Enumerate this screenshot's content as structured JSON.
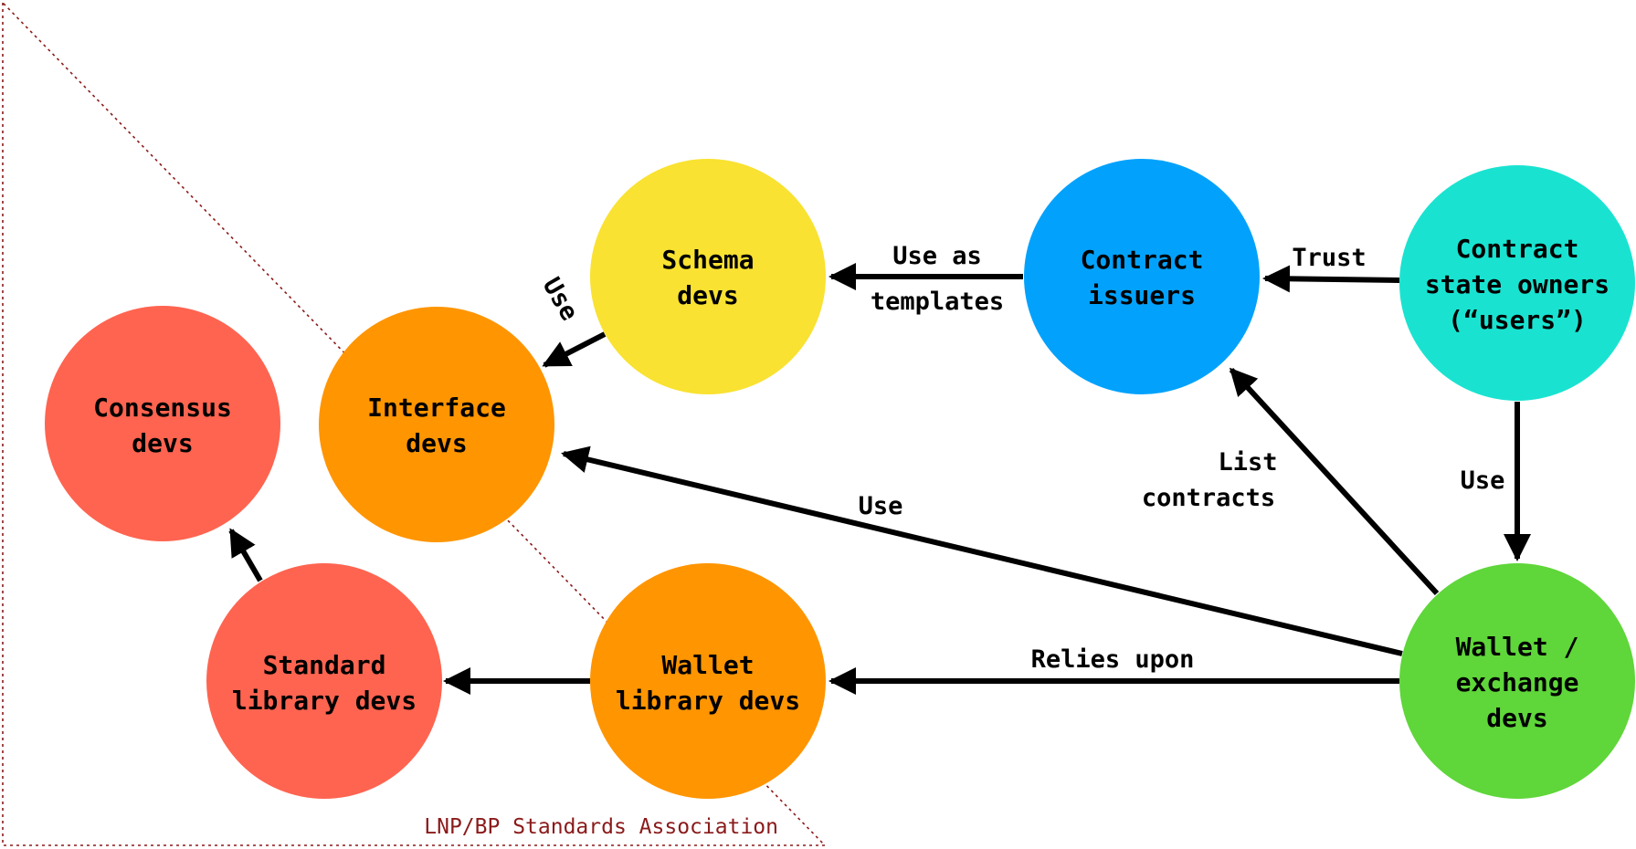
{
  "region": {
    "label": "LNP/BP Standards Association",
    "color": "#8b1a1a"
  },
  "nodes": {
    "consensus": {
      "lines": [
        "Consensus",
        "devs"
      ],
      "color": "#ff6450"
    },
    "interface": {
      "lines": [
        "Interface",
        "devs"
      ],
      "color": "#ff9500"
    },
    "schema": {
      "lines": [
        "Schema",
        "devs"
      ],
      "color": "#f9e231"
    },
    "issuers": {
      "lines": [
        "Contract",
        "issuers"
      ],
      "color": "#02a2fc"
    },
    "owners": {
      "lines": [
        "Contract",
        "state owners",
        "(“users”)"
      ],
      "color": "#19e3d0"
    },
    "standard": {
      "lines": [
        "Standard",
        "library devs"
      ],
      "color": "#ff6450"
    },
    "wallet_lib": {
      "lines": [
        "Wallet",
        "library devs"
      ],
      "color": "#ff9500"
    },
    "wallet_ex": {
      "lines": [
        "Wallet /",
        "exchange",
        "devs"
      ],
      "color": "#5fd63a"
    }
  },
  "edges": {
    "schema_interface": {
      "label": [
        "Use"
      ]
    },
    "issuers_schema": {
      "label": [
        "Use as",
        "templates"
      ]
    },
    "owners_issuers": {
      "label": [
        "Trust"
      ]
    },
    "owners_wallet": {
      "label": [
        "Use"
      ]
    },
    "wallet_issuers": {
      "label": [
        "List",
        "contracts"
      ]
    },
    "wallet_interface": {
      "label": [
        "Use"
      ]
    },
    "wallet_walletlib": {
      "label": [
        "Relies upon"
      ]
    },
    "walletlib_standard": {
      "label": []
    },
    "standard_consensus": {
      "label": []
    }
  }
}
